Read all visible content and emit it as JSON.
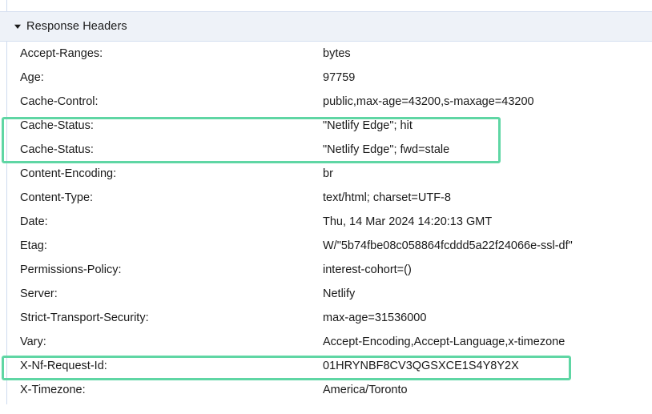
{
  "section": {
    "title": "Response Headers",
    "expanded": true,
    "disclosure_icon": "triangle-down-icon"
  },
  "colors": {
    "highlight": "#5fd6a4",
    "header_bar_bg": "#eef2f8",
    "header_bar_border": "#d6e0f0",
    "rail": "#cfdcee",
    "text": "#1a1a1a",
    "page_bg": "#ffffff"
  },
  "headers": [
    {
      "name": "Accept-Ranges:",
      "value": "bytes",
      "highlighted": false
    },
    {
      "name": "Age:",
      "value": "97759",
      "highlighted": false
    },
    {
      "name": "Cache-Control:",
      "value": "public,max-age=43200,s-maxage=43200",
      "highlighted": false
    },
    {
      "name": "Cache-Status:",
      "value": "\"Netlify Edge\"; hit",
      "highlighted": true
    },
    {
      "name": "Cache-Status:",
      "value": "\"Netlify Edge\"; fwd=stale",
      "highlighted": true
    },
    {
      "name": "Content-Encoding:",
      "value": "br",
      "highlighted": false
    },
    {
      "name": "Content-Type:",
      "value": "text/html; charset=UTF-8",
      "highlighted": false
    },
    {
      "name": "Date:",
      "value": "Thu, 14 Mar 2024 14:20:13 GMT",
      "highlighted": false
    },
    {
      "name": "Etag:",
      "value": "W/\"5b74fbe08c058864fcddd5a22f24066e-ssl-df\"",
      "highlighted": false
    },
    {
      "name": "Permissions-Policy:",
      "value": "interest-cohort=()",
      "highlighted": false
    },
    {
      "name": "Server:",
      "value": "Netlify",
      "highlighted": false
    },
    {
      "name": "Strict-Transport-Security:",
      "value": "max-age=31536000",
      "highlighted": false
    },
    {
      "name": "Vary:",
      "value": "Accept-Encoding,Accept-Language,x-timezone",
      "highlighted": false
    },
    {
      "name": "X-Nf-Request-Id:",
      "value": "01HRYNBF8CV3QGSXCE1S4Y8Y2X",
      "highlighted": true
    },
    {
      "name": "X-Timezone:",
      "value": "America/Toronto",
      "highlighted": false
    }
  ]
}
